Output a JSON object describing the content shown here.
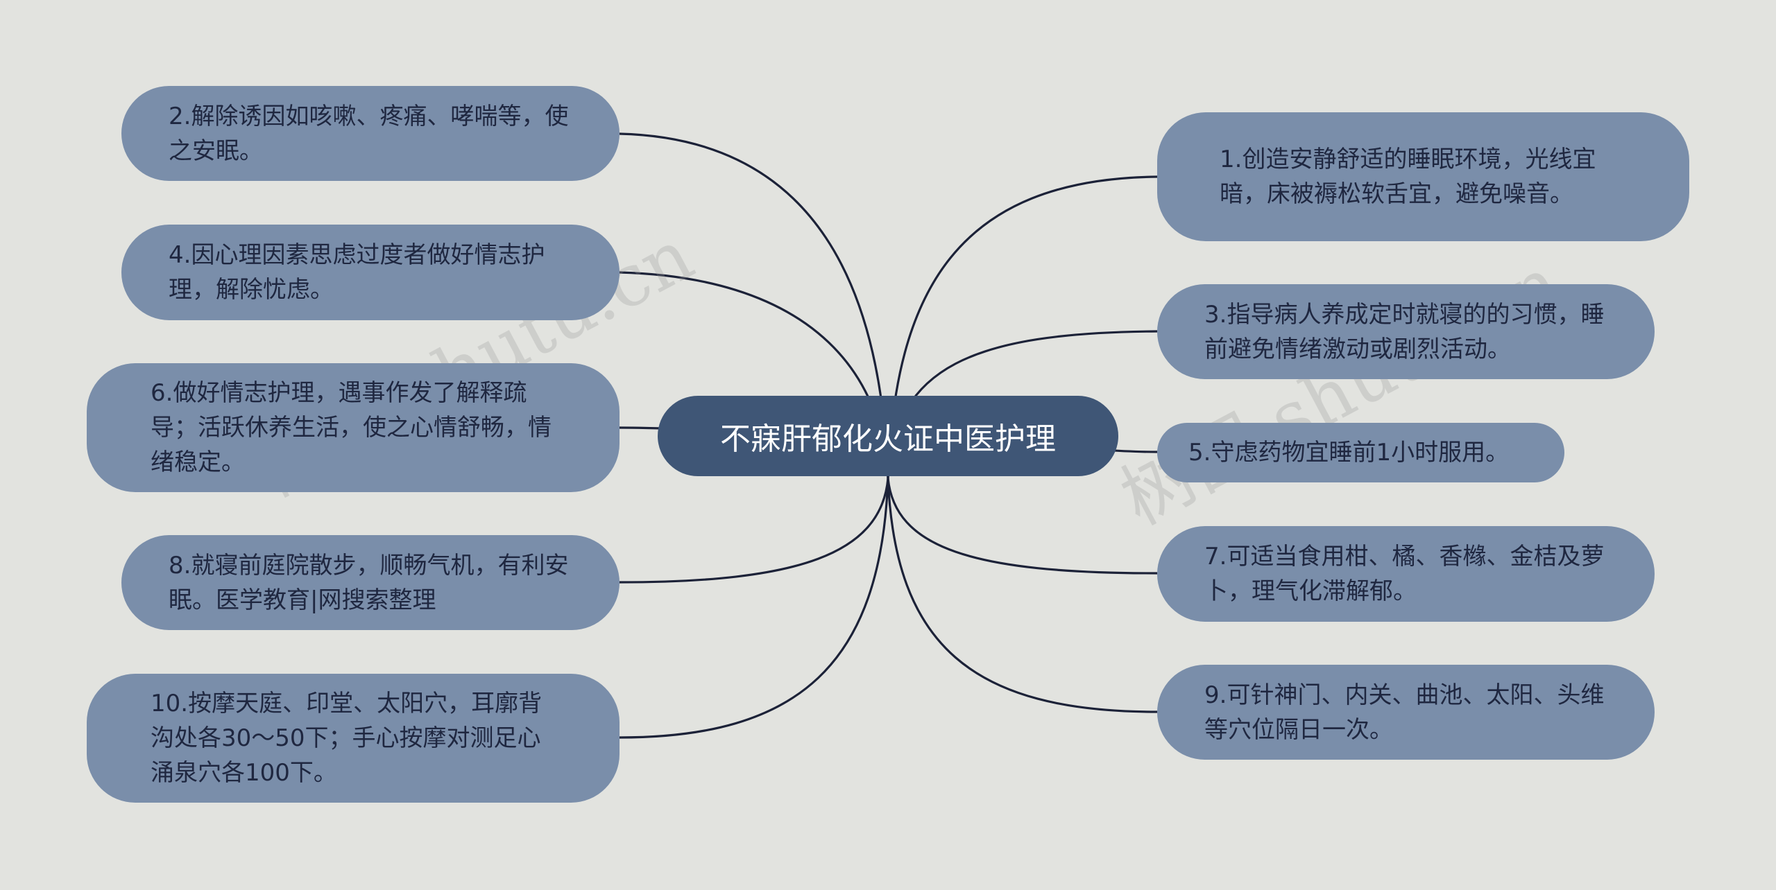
{
  "center": {
    "title": "不寐肝郁化火证中医护理"
  },
  "left_nodes": [
    {
      "text": "2.解除诱因如咳嗽、疼痛、哮喘等，使之安眠。"
    },
    {
      "text": "4.因心理因素思虑过度者做好情志护理，解除忧虑。"
    },
    {
      "text": "6.做好情志护理，遇事作发了解释疏导；活跃休养生活，使之心情舒畅，情绪稳定。"
    },
    {
      "text": "8.就寝前庭院散步，顺畅气机，有利安眠。医学教育|网搜索整理"
    },
    {
      "text": "10.按摩天庭、印堂、太阳穴，耳廓背沟处各30～50下；手心按摩对测足心涌泉穴各100下。"
    }
  ],
  "right_nodes": [
    {
      "text": "1.创造安静舒适的睡眠环境，光线宜暗，床被褥松软舌宜，避免噪音。"
    },
    {
      "text": "3.指导病人养成定时就寝的的习惯，睡前避免情绪激动或剧烈活动。"
    },
    {
      "text": "5.守虑药物宜睡前1小时服用。"
    },
    {
      "text": "7.可适当食用柑、橘、香橼、金桔及萝卜，理气化滞解郁。"
    },
    {
      "text": "9.可针神门、内关、曲池、太阳、头维等穴位隔日一次。"
    }
  ],
  "watermarks": [
    "树图 shutu.cn",
    "树图 shutu.cn"
  ],
  "colors": {
    "background": "#e2e3df",
    "center_fill": "#3f5676",
    "node_fill": "#7a8eaa",
    "line": "#1c2238"
  }
}
